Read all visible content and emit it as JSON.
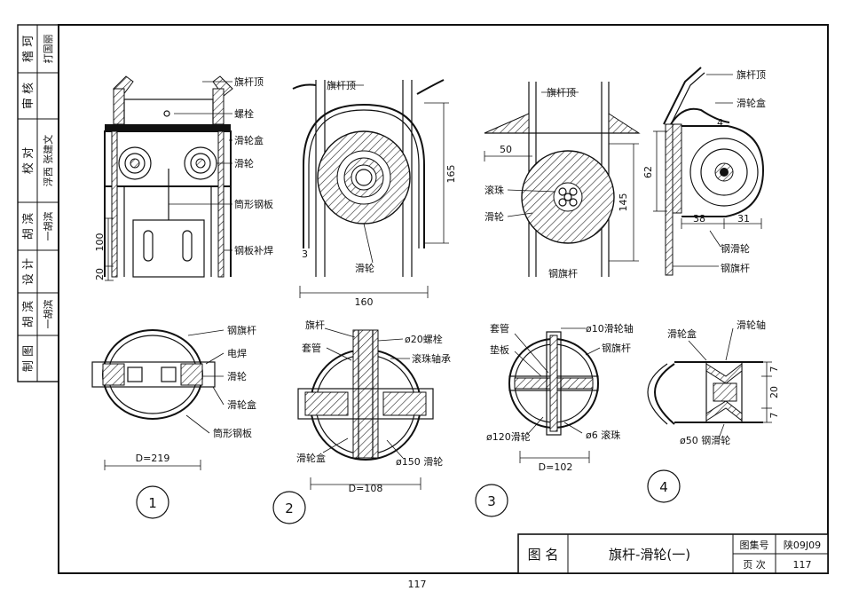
{
  "side_panel": {
    "rows": [
      {
        "label": "稽 珂",
        "sign": "打国丽"
      },
      {
        "label": "审 核",
        "sign": ""
      },
      {
        "label": "校 对",
        "sign": "浮西 张建文"
      },
      {
        "label": "胡 滨",
        "sign": "一胡滨"
      },
      {
        "label": "设 计",
        "sign": ""
      },
      {
        "label": "胡 滨",
        "sign": "一胡滨"
      },
      {
        "label": "制 图",
        "sign": ""
      }
    ]
  },
  "labels": {
    "d1_top": "旗杆顶",
    "d1_bolt": "螺栓",
    "d1_box": "滑轮盒",
    "d1_pulley": "滑轮",
    "d1_tube": "筒形钢板",
    "d1_weld": "钢板补焊",
    "d1_dim100": "100",
    "d1_dim20": "20",
    "d2_top": "旗杆顶",
    "d2_pulley": "滑轮",
    "d2_dim165": "165",
    "d2_dim160": "160",
    "d2_dim3": "3",
    "d3_top": "旗杆顶",
    "d3_ball": "滚珠",
    "d3_pulley": "滑轮",
    "d3_pole": "钢旗杆",
    "d3_dim50": "50",
    "d3_dim145": "145",
    "d4_top": "旗杆顶",
    "d4_box": "滑轮盒",
    "d4_steel_pulley": "钢滑轮",
    "d4_pole": "钢旗杆",
    "d4_dim62": "62",
    "d4_dim4": "4",
    "d4_dim38": "38",
    "d4_dim31": "31",
    "s1_pole": "钢旗杆",
    "s1_weld": "电焊",
    "s1_pulley": "滑轮",
    "s1_box": "滑轮盒",
    "s1_tube": "筒形钢板",
    "s1_dim": "D=219",
    "s1_num": "1",
    "s2_pole": "旗杆",
    "s2_sleeve": "套管",
    "s2_bolt": "ø20螺栓",
    "s2_bearing": "滚珠轴承",
    "s2_box": "滑轮盒",
    "s2_pulley": "ø150 滑轮",
    "s2_dim": "D=108",
    "s2_num": "2",
    "s3_sleeve": "套管",
    "s3_pad": "垫板",
    "s3_axle": "ø10滑轮轴",
    "s3_pole": "钢旗杆",
    "s3_pulley": "ø120滑轮",
    "s3_ball": "ø6 滚珠",
    "s3_dim": "D=102",
    "s3_num": "3",
    "s4_box": "滑轮盒",
    "s4_axle": "滑轮轴",
    "s4_dim7a": "7",
    "s4_dim20": "20",
    "s4_dim7b": "7",
    "s4_pulley": "ø50 钢滑轮",
    "s4_num": "4"
  },
  "title_block": {
    "name_label": "图 名",
    "name": "旗杆-滑轮(一)",
    "atlas_label": "图集号",
    "atlas_value": "陕09J09",
    "page_label": "页 次",
    "page_value": "117"
  },
  "footer_page": "117"
}
